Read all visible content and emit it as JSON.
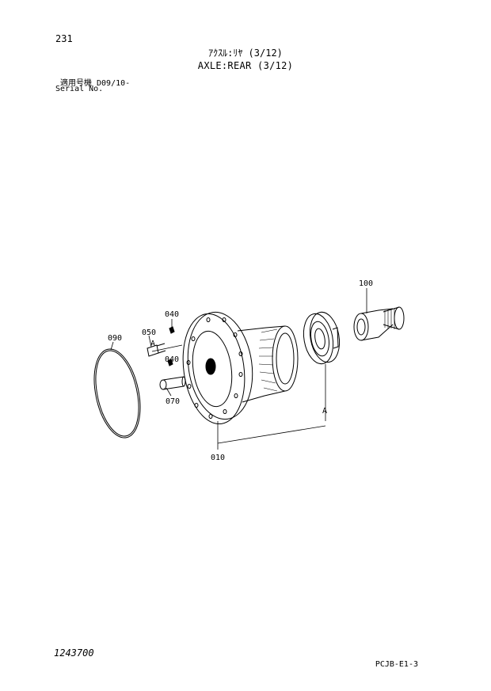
{
  "header": {
    "page_number": "231",
    "title_jp": "ｱｸｽﾙ:ﾘﾔ (3/12)",
    "title_en": "AXLE:REAR (3/12)",
    "serial_label_jp": "適用号機  D09/10-",
    "serial_label_en": "Serial No."
  },
  "diagram": {
    "part_labels": {
      "p010": "010",
      "p040a": "040",
      "p040b": "040",
      "p050": "050",
      "p070": "070",
      "p090": "090",
      "p100": "100"
    },
    "ref_marks": {
      "a_small": "A",
      "a_large": "A"
    }
  },
  "footer": {
    "document_number": "1243700",
    "page_reference": "PCJB-E1-3"
  }
}
